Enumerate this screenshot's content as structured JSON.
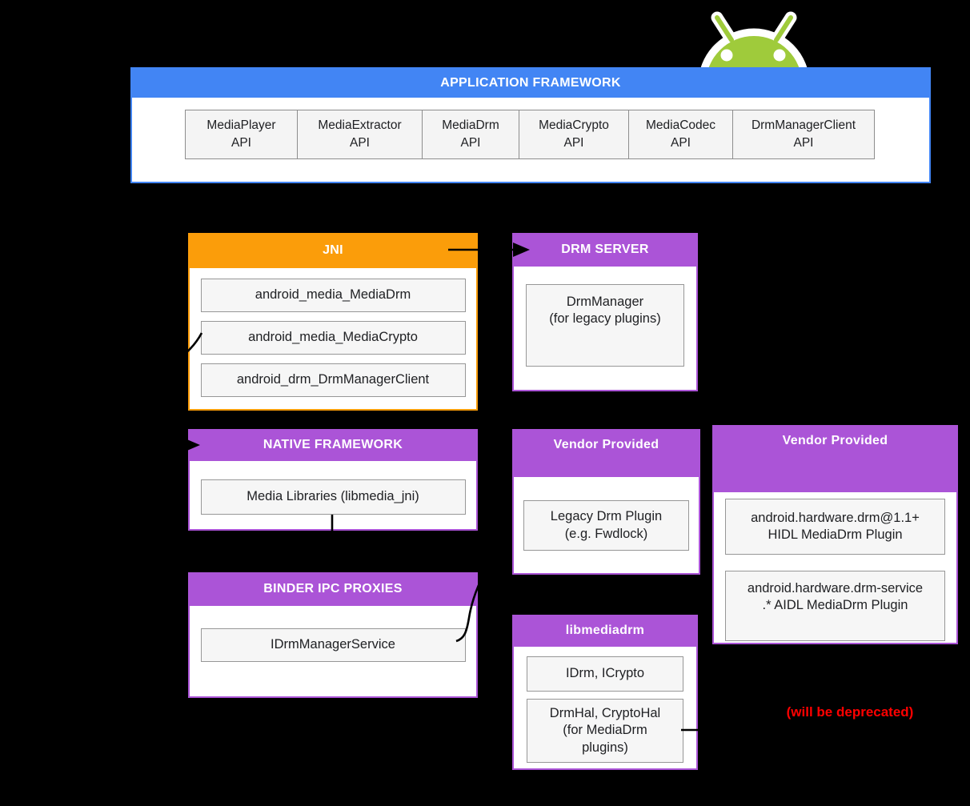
{
  "colors": {
    "background": "#000000",
    "blue": "#4285f4",
    "orange": "#fb9d0a",
    "purple": "#ab54d7",
    "android_green": "#9fcb3b",
    "box_bg": "#f6f6f6",
    "box_border": "#979797",
    "deprecated_red": "#ff0000"
  },
  "icons": {
    "android_logo": "android-mascot-head"
  },
  "app_framework": {
    "title": "APPLICATION FRAMEWORK",
    "apis": [
      "MediaPlayer\nAPI",
      "MediaExtractor\nAPI",
      "MediaDrm\nAPI",
      "MediaCrypto\nAPI",
      "MediaCodec\nAPI",
      "DrmManagerClient\nAPI"
    ]
  },
  "jni": {
    "title": "JNI",
    "items": [
      "android_media_MediaDrm",
      "android_media_MediaCrypto",
      "android_drm_DrmManagerClient"
    ]
  },
  "drm_server": {
    "title": "DRM SERVER",
    "items": [
      "DrmManager\n(for legacy plugins)"
    ]
  },
  "native_framework": {
    "title": "NATIVE FRAMEWORK",
    "items": [
      "Media Libraries (libmedia_jni)"
    ]
  },
  "binder": {
    "title": "BINDER IPC PROXIES",
    "items": [
      "IDrmManagerService"
    ]
  },
  "vendor_mid": {
    "title": "Vendor Provided",
    "items": [
      "Legacy Drm Plugin\n(e.g. Fwdlock)"
    ]
  },
  "vendor_right": {
    "title": "Vendor Provided",
    "items": [
      "android.hardware.drm@1.1+\nHIDL MediaDrm Plugin",
      "android.hardware.drm-service\n.* AIDL MediaDrm Plugin"
    ]
  },
  "libmediadrm": {
    "title": "libmediadrm",
    "items": [
      "IDrm, ICrypto",
      "DrmHal, CryptoHal\n(for MediaDrm\nplugins)"
    ]
  },
  "deprecated_note": "(will be deprecated)"
}
